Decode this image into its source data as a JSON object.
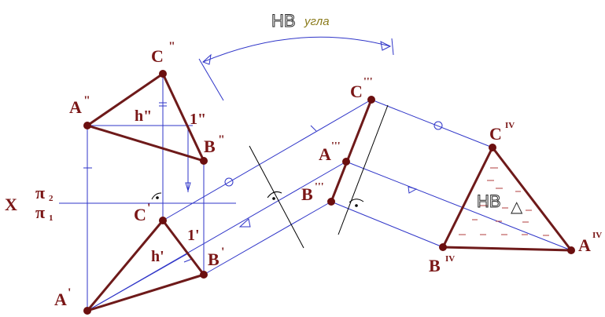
{
  "title": {
    "hv": "НВ",
    "word": "угла"
  },
  "axis": {
    "x": "X",
    "pi2": "π",
    "pi2_sub": "2",
    "pi1": "π",
    "pi1_sub": "1"
  },
  "points": {
    "A2": {
      "base": "A",
      "mark": "\""
    },
    "B2": {
      "base": "B",
      "mark": "\""
    },
    "C2": {
      "base": "C",
      "mark": "\""
    },
    "A1": {
      "base": "A",
      "mark": "'"
    },
    "B1": {
      "base": "B",
      "mark": "'"
    },
    "C1": {
      "base": "C",
      "mark": "'"
    },
    "A3": {
      "base": "A",
      "mark": "'''"
    },
    "B3": {
      "base": "B",
      "mark": "'''"
    },
    "C3": {
      "base": "C",
      "mark": "'''"
    },
    "A4": {
      "base": "A",
      "mark": "IV"
    },
    "B4": {
      "base": "B",
      "mark": "IV"
    },
    "C4": {
      "base": "C",
      "mark": "IV"
    }
  },
  "labels": {
    "h2": "h\"",
    "one2": "1\"",
    "h1": "h'",
    "one1": "1'"
  },
  "triangle": {
    "hv": "НВ",
    "symbol": "△"
  }
}
